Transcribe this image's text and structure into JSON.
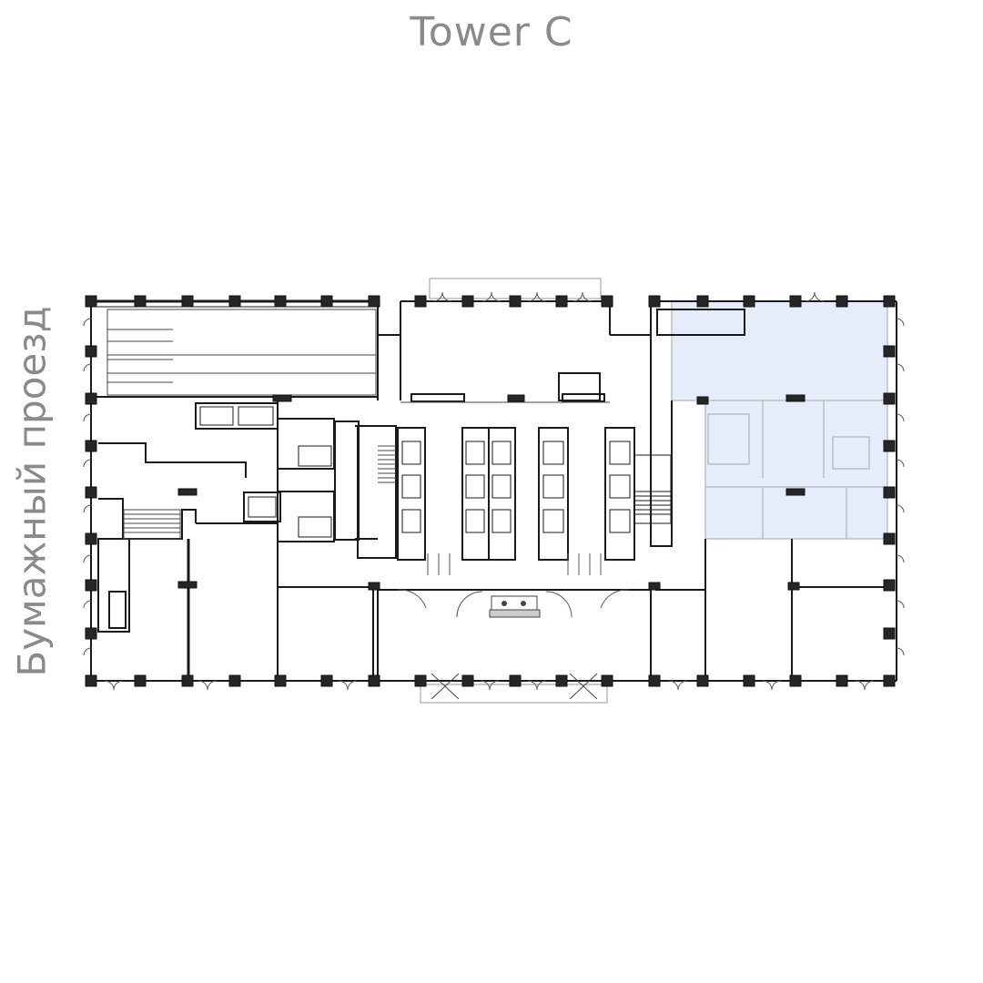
{
  "title": "Tower C",
  "street_label": "Бумажный проезд",
  "colors": {
    "highlight_fill": "#e5ecfa",
    "highlight_stroke": "#9aa6bd",
    "wall": "#1a1a1a",
    "column": "#262626",
    "thin_line": "#444444",
    "light_line": "#9a9a9a",
    "label_gray": "#8a8a8a"
  },
  "plan": {
    "highlighted_unit": "office-unit-east"
  }
}
